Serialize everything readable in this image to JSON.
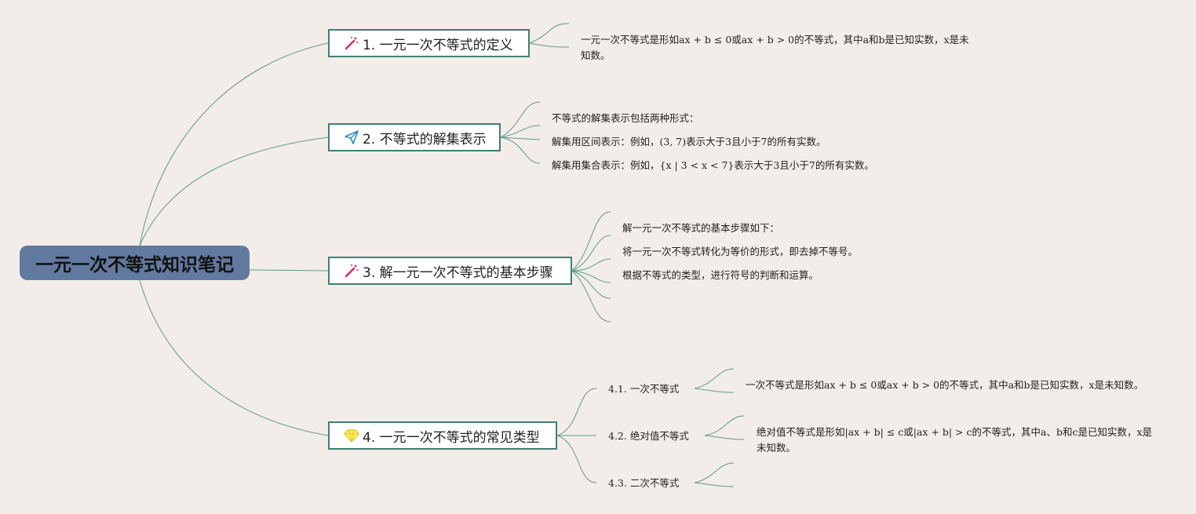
{
  "root": {
    "title": "一元一次不等式知识笔记"
  },
  "topics": [
    {
      "label": "1. 一元一次不等式的定义",
      "icon": "magic-wand-icon",
      "notes": [
        "一元一次不等式是形如ax + b ≤ 0或ax + b > 0的不等式，其中a和b是已知实数，x是未知数。"
      ]
    },
    {
      "label": "2. 不等式的解集表示",
      "icon": "paper-plane-icon",
      "notes": [
        "不等式的解集表示包括两种形式：",
        "解集用区间表示：例如，(3, 7)表示大于3且小于7的所有实数。",
        "解集用集合表示：例如，{x | 3 < x < 7}表示大于3且小于7的所有实数。"
      ]
    },
    {
      "label": "3. 解一元一次不等式的基本步骤",
      "icon": "magic-wand-icon",
      "notes": [
        "解一元一次不等式的基本步骤如下：",
        "将一元一次不等式转化为等价的形式，即去掉不等号。",
        "根据不等式的类型，进行符号的判断和运算。",
        "",
        ""
      ]
    },
    {
      "label": "4. 一元一次不等式的常见类型",
      "icon": "diamond-icon",
      "subtopics": [
        {
          "label": "4.1. 一次不等式",
          "notes": [
            "一次不等式是形如ax + b ≤ 0或ax + b > 0的不等式，其中a和b是已知实数，x是未知数。"
          ]
        },
        {
          "label": "4.2. 绝对值不等式",
          "notes": [
            "绝对值不等式是形如|ax + b| ≤ c或|ax + b| > c的不等式，其中a、b和c是已知实数，x是未知数。"
          ]
        },
        {
          "label": "4.3. 二次不等式",
          "notes": [
            ""
          ]
        }
      ]
    }
  ],
  "colors": {
    "background": "#f2ede8",
    "root_fill": "#627aa0",
    "topic_border": "#3f7f74",
    "link": "#5e9a89",
    "wand_accent": "#e0245e",
    "plane_accent": "#2a8fc9",
    "diamond_accent": "#f2d80f"
  }
}
